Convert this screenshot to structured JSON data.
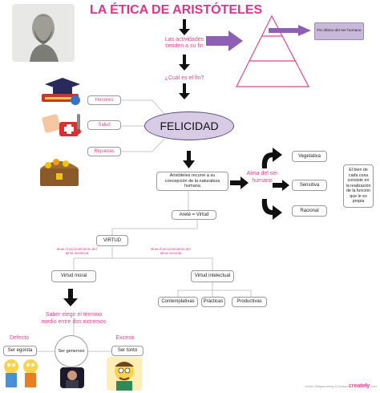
{
  "title": "LA ÉTICA DE ARISTÓTELES",
  "top_note": "Las actividades tienden a su fin",
  "question": "¿Cuál es el fin?",
  "goal_label": "Fin último del ser humano",
  "center": "FELICIDAD",
  "left_items": [
    "Honores",
    "Salud",
    "Riquezas"
  ],
  "concept": "Aristóteles recurre a su concepción de la naturaleza humana",
  "soul": "Alma del ser humano",
  "soul_parts": [
    "Vegetativa",
    "Sensitiva",
    "Racional"
  ],
  "definition": "El bien de cada cosa consiste en la realización de la función que le es propia",
  "arete": "Areté = Virtud",
  "virtud": "VIRTUD",
  "note_moral": "Buen funcionamiento del alma sensitiva",
  "note_intel": "Buen funcionamiento del alma racional",
  "virtue_moral": "Virtud moral",
  "virtue_intel": "Virtud intelectual",
  "intel_kinds": [
    "Contemplativas",
    "Prácticas",
    "Productivas"
  ],
  "mean_text": "Saber elegir el término medio entre dos extremos",
  "defecto": "Defecto",
  "exceso": "Exceso",
  "egoista": "Ser egoísta",
  "generoso": "Ser generoso",
  "tonto": "Ser tonto",
  "footer_small": "Online Diagramming & Design",
  "footer_brand": "creately",
  "footer_end": ".com",
  "colors": {
    "accent": "#e0338a",
    "purple": "#8e5fb5",
    "felicidad": "#d8cbe6"
  }
}
